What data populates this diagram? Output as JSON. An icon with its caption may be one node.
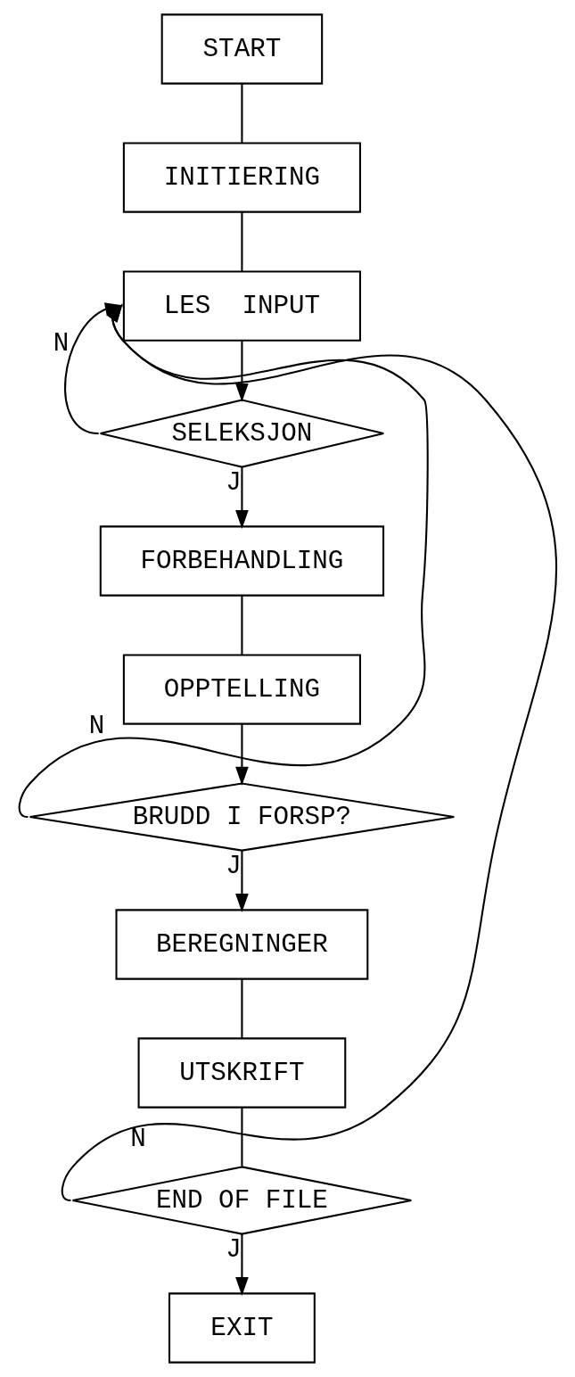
{
  "diagram": {
    "nodes": [
      {
        "text": [
          "START"
        ]
      },
      {
        "text": [
          "INITIERING"
        ]
      },
      {
        "text": [
          "LES  INPUT"
        ]
      },
      {
        "text": [
          "SELEKSJON"
        ]
      },
      {
        "text": [
          "FORBEHANDLING"
        ]
      },
      {
        "text": [
          "OPPTELLING"
        ]
      },
      {
        "text": [
          "BRUDD I FORSP?"
        ]
      },
      {
        "text": [
          "BEREGNINGER"
        ]
      },
      {
        "text": [
          "UTSKRIFT"
        ]
      },
      {
        "text": [
          "END OF FILE"
        ]
      },
      {
        "text": [
          "EXIT"
        ]
      }
    ],
    "edges": [
      {
        "from": 0,
        "to": 1,
        "arrow": "none"
      },
      {
        "from": 1,
        "to": 2,
        "arrow": "none"
      },
      {
        "from": 2,
        "to": 3,
        "arrow": "to"
      },
      {
        "from": 3,
        "to": 2,
        "arrow": "to",
        "label": "N"
      },
      {
        "from": 3,
        "to": 4,
        "arrow": "to",
        "label": "J"
      },
      {
        "from": 4,
        "to": 5,
        "arrow": "none"
      },
      {
        "from": 5,
        "to": 6,
        "arrow": "to"
      },
      {
        "from": 6,
        "to": 2,
        "arrow": "to",
        "label": "N"
      },
      {
        "from": 6,
        "to": 7,
        "arrow": "to",
        "label": "J"
      },
      {
        "from": 7,
        "to": 8,
        "arrow": "none"
      },
      {
        "from": 8,
        "to": 9,
        "arrow": "none"
      },
      {
        "from": 9,
        "to": 2,
        "arrow": "to",
        "label": "N"
      },
      {
        "from": 9,
        "to": 10,
        "arrow": "to",
        "label": "J"
      }
    ]
  }
}
